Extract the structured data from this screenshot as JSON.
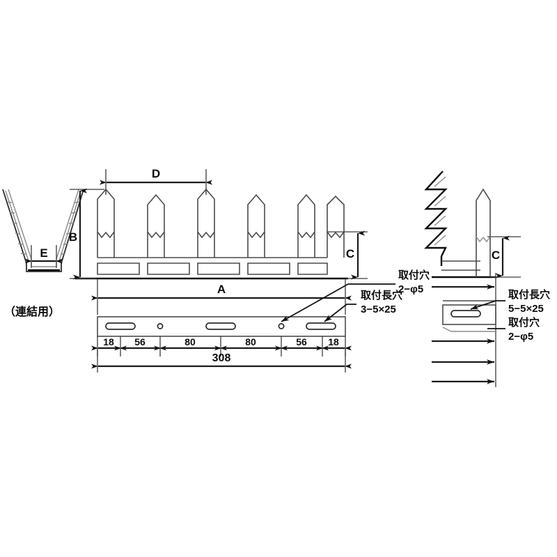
{
  "drawing": {
    "title_note": "（連結用）",
    "dimension_letters": {
      "A": "A",
      "B": "B",
      "C": "C",
      "D": "D",
      "E": "E",
      "C_side": "C"
    },
    "plan_dimensions": {
      "segments": [
        "18",
        "56",
        "80",
        "80",
        "56",
        "18"
      ],
      "total": "308"
    },
    "annotations": [
      {
        "id": "hole-round-front",
        "line1": "取付穴",
        "line2": "2−φ5"
      },
      {
        "id": "slot-front",
        "line1": "取付長穴",
        "line2": "3−5×25"
      },
      {
        "id": "slot-side",
        "line1": "取付長穴",
        "line2": "5−5×25"
      },
      {
        "id": "hole-round-side",
        "line1": "取付穴",
        "line2": "2−φ5"
      }
    ],
    "views": {
      "left_section": "連結用 V-section end view",
      "front_elevation": "spiked strip front elevation",
      "plan": "base plate plan with holes",
      "right_profile": "side profile with sawtooth"
    },
    "colors": {
      "background": "#ffffff",
      "line": "#4a4a4a",
      "dimension": "#1a1a1a",
      "text": "#0b0b0b"
    }
  }
}
